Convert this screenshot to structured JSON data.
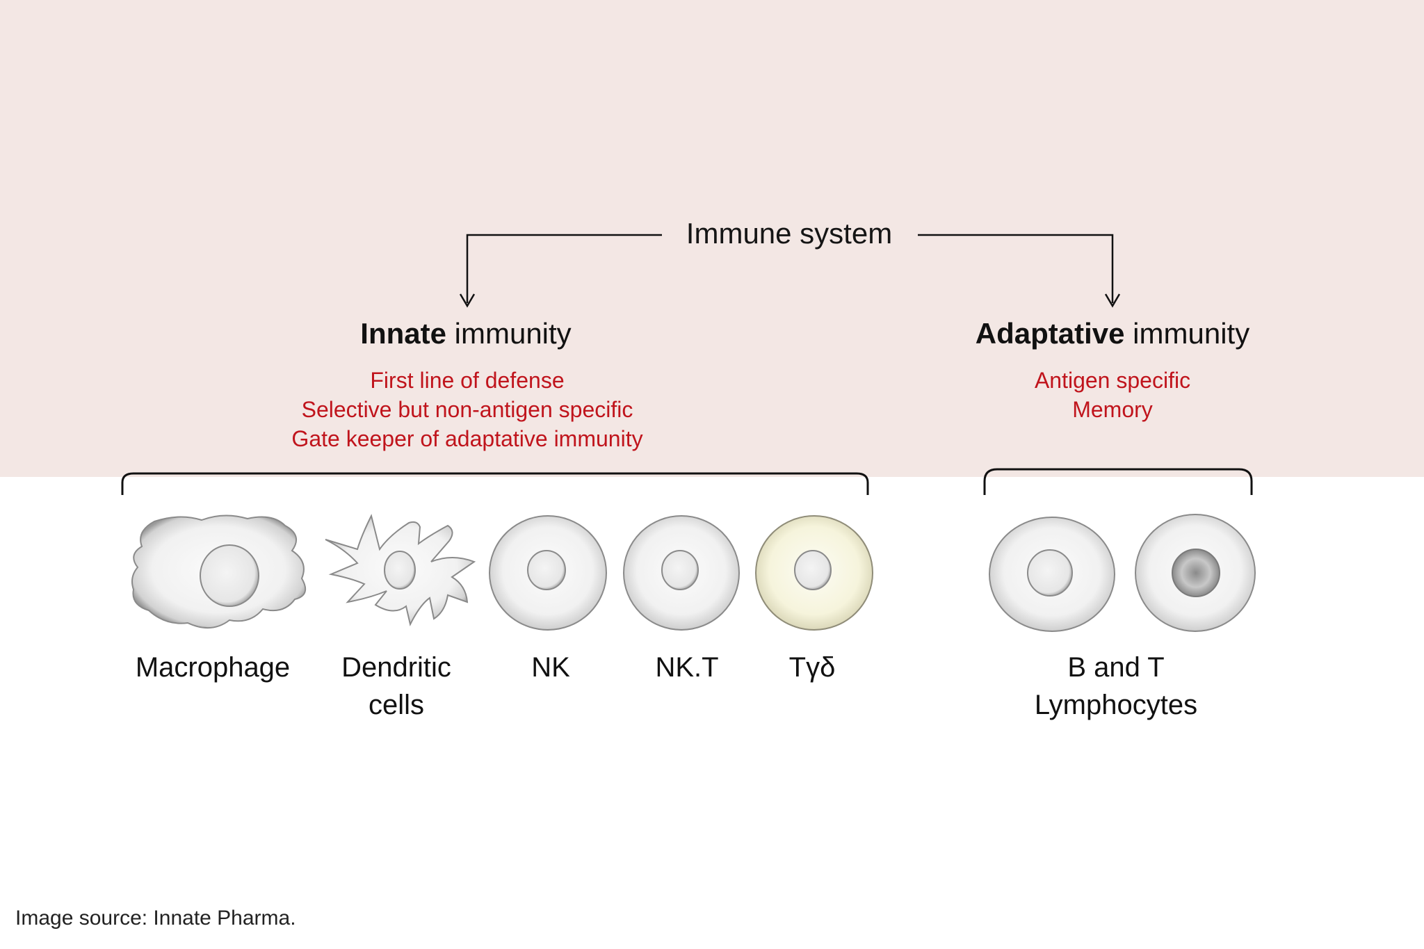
{
  "diagram": {
    "root": {
      "label": "Immune system"
    },
    "innate": {
      "title_bold": "Innate",
      "title_rest": " immunity",
      "properties": [
        "First line of defense",
        "Selective but non-antigen specific",
        "Gate keeper of adaptative immunity"
      ],
      "cells": [
        {
          "line1": "Macrophage",
          "line2": ""
        },
        {
          "line1": "Dendritic",
          "line2": "cells"
        },
        {
          "line1": "NK",
          "line2": ""
        },
        {
          "line1": "NK.T",
          "line2": ""
        },
        {
          "line1": "Tγδ",
          "line2": ""
        }
      ]
    },
    "adaptive": {
      "title_bold": "Adaptative",
      "title_rest": " immunity",
      "properties": [
        "Antigen specific",
        "Memory"
      ],
      "cells": [
        {
          "line1": "B and T",
          "line2": "Lymphocytes"
        }
      ]
    },
    "colors": {
      "top_band": "#f3e7e4",
      "property_text": "#c0141c",
      "line": "#111111"
    }
  },
  "footer": {
    "source": "Image source: Innate Pharma."
  }
}
